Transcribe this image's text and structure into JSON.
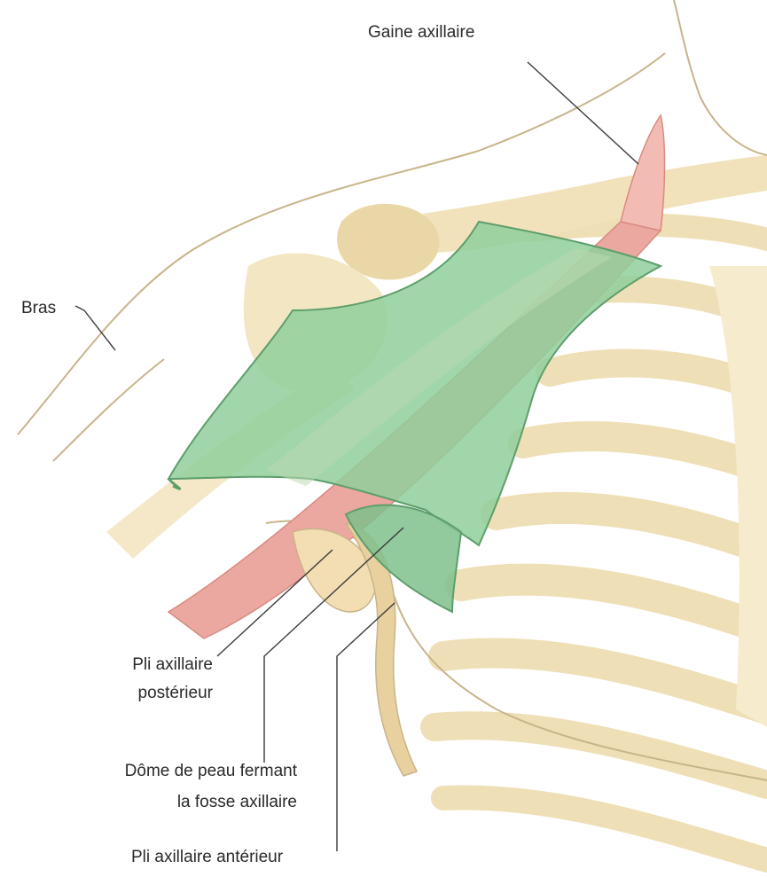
{
  "labels": {
    "gaine_axillaire": "Gaine axillaire",
    "bras": "Bras",
    "pli_posterieur_line1": "Pli axillaire",
    "pli_posterieur_line2": "postérieur",
    "dome_line1": "Dôme de peau fermant",
    "dome_line2": "la fosse axillaire",
    "pli_anterieur": "Pli axillaire antérieur"
  },
  "colors": {
    "bone": "#f3e6c3",
    "bone_outline": "#e6d4a8",
    "skin_outline": "#c8b48a",
    "fascia": "#8fcf9b",
    "fascia_outline": "#5e9e6c",
    "axillary_sheath": "#eba8a0",
    "leader_line": "#3a3a3a"
  }
}
